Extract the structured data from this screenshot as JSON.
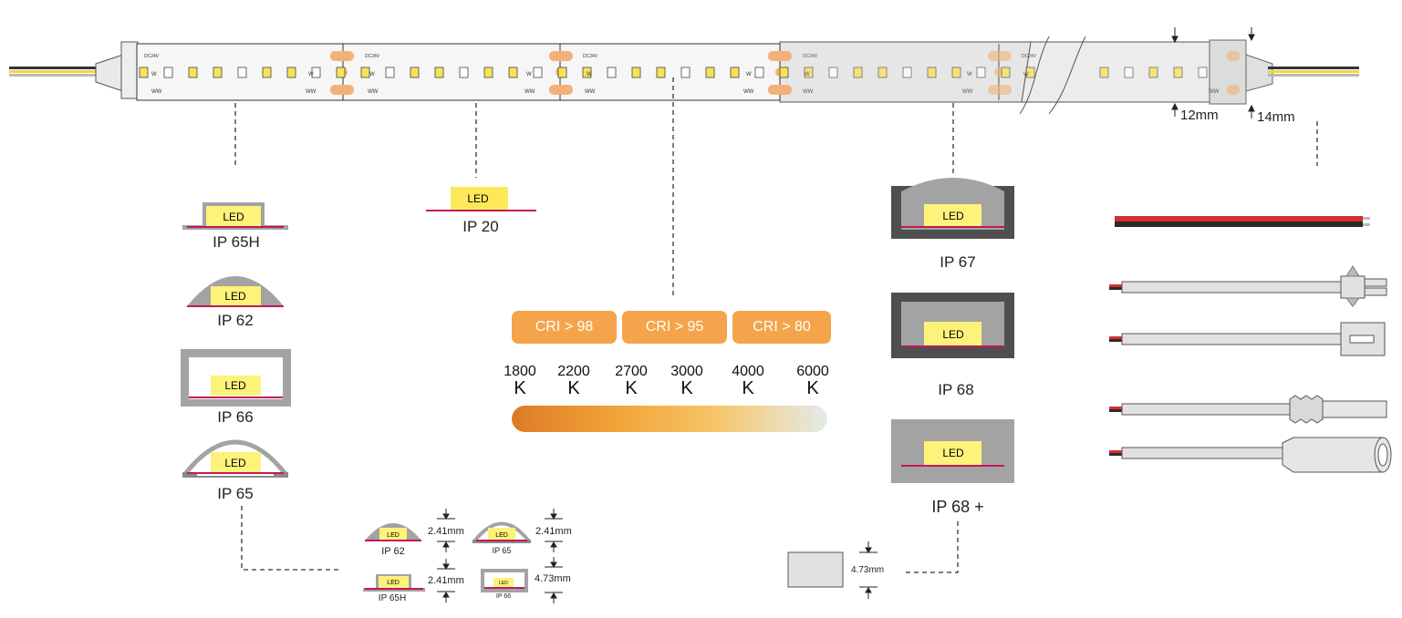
{
  "strip": {
    "voltage_label": "DC24V",
    "channel_w": "W",
    "channel_ww": "WW",
    "plus_sign": "+",
    "minus_sign": "-",
    "width_label": "12mm",
    "connector_width_label": "14mm"
  },
  "profiles_left": [
    {
      "name": "IP 65H",
      "led": "LED"
    },
    {
      "name": "IP 62",
      "led": "LED"
    },
    {
      "name": "IP 66",
      "led": "LED"
    },
    {
      "name": "IP 65",
      "led": "LED"
    }
  ],
  "profile_bare": {
    "name": "IP 20",
    "led": "LED"
  },
  "profiles_right": [
    {
      "name": "IP 67",
      "led": "LED"
    },
    {
      "name": "IP 68",
      "led": "LED"
    },
    {
      "name": "IP 68 +",
      "led": "LED"
    }
  ],
  "cri_badges": [
    "CRI > 98",
    "CRI > 95",
    "CRI > 80"
  ],
  "kelvin_values": [
    {
      "num": "1800",
      "unit": "K"
    },
    {
      "num": "2200",
      "unit": "K"
    },
    {
      "num": "2700",
      "unit": "K"
    },
    {
      "num": "3000",
      "unit": "K"
    },
    {
      "num": "4000",
      "unit": "K"
    },
    {
      "num": "6000",
      "unit": "K"
    }
  ],
  "colors": {
    "accent_orange": "#f4a44a",
    "gradient_start": "#e07b24",
    "gradient_mid": "#f4b34e",
    "gradient_end": "#e5ece8",
    "led_yellow": "#fdf27a",
    "pcb_magenta": "#c2185b",
    "profile_gray": "#a3a3a3",
    "wire_red": "#d32f2f",
    "wire_yellow": "#f2e15a"
  },
  "thickness_details": [
    {
      "profile": "IP 62",
      "led": "LED",
      "thickness": "2.41mm"
    },
    {
      "profile": "IP 65",
      "led": "LED",
      "thickness": "2.41mm"
    },
    {
      "profile": "IP 65H",
      "led": "LED",
      "thickness": "2.41mm"
    },
    {
      "profile": "IP 66",
      "led": "LED",
      "thickness": "4.73mm"
    },
    {
      "profile": "IP 68 +",
      "thickness": "4.73mm"
    }
  ],
  "connectors": [
    "bare-wire-icon",
    "jst-male-connector-icon",
    "jst-female-connector-icon",
    "dc-male-plug-icon",
    "dc-female-jack-icon"
  ]
}
